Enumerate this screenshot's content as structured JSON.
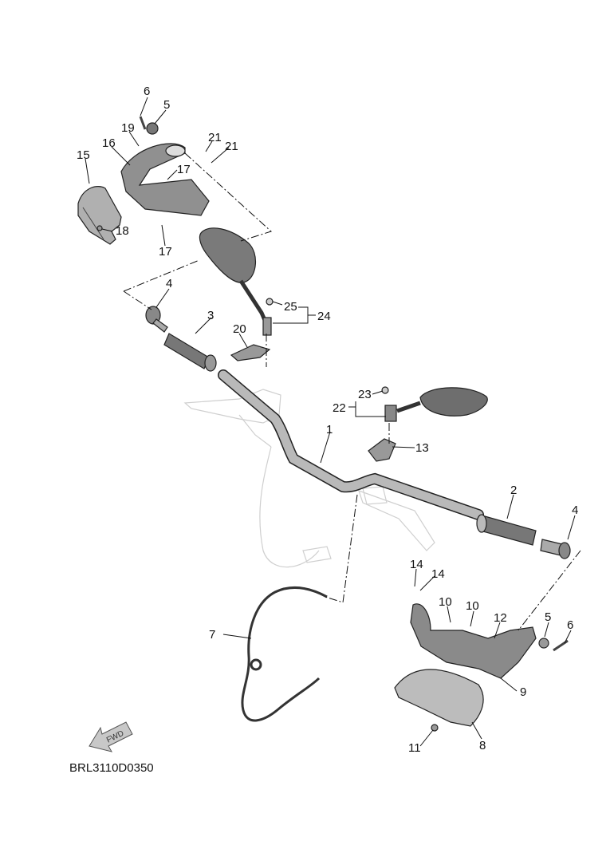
{
  "diagram": {
    "code": "BRL3110D0350",
    "fwd_label": "FWD",
    "callouts": {
      "c1": "1",
      "c2": "2",
      "c3": "3",
      "c4a": "4",
      "c4b": "4",
      "c5a": "5",
      "c5b": "5",
      "c6a": "6",
      "c6b": "6",
      "c7": "7",
      "c8": "8",
      "c9": "9",
      "c10a": "10",
      "c10b": "10",
      "c11": "11",
      "c12": "12",
      "c13": "13",
      "c14a": "14",
      "c14b": "14",
      "c15": "15",
      "c16": "16",
      "c17a": "17",
      "c17b": "17",
      "c18": "18",
      "c19": "19",
      "c20": "20",
      "c21a": "21",
      "c21b": "21",
      "c22": "22",
      "c23": "23",
      "c24": "24",
      "c25": "25"
    }
  }
}
